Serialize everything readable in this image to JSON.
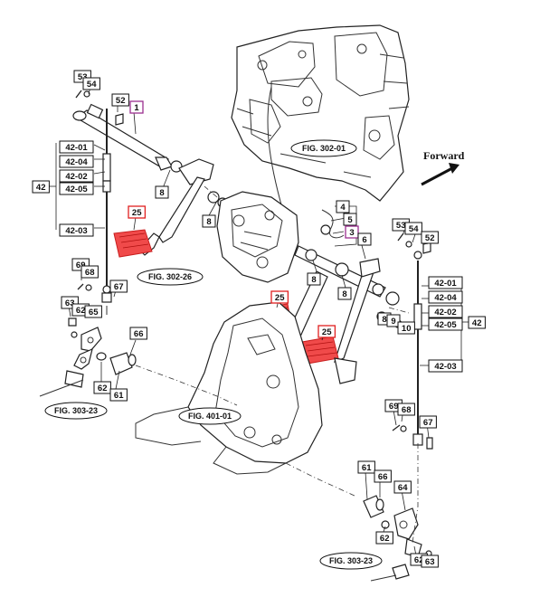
{
  "colors": {
    "highlight_red": "#e02020",
    "highlight_purple": "#9a2f8f",
    "pedal_fill": "#f04a4a",
    "line": "#222222"
  },
  "direction": {
    "label": "Forward"
  },
  "figure_refs": [
    {
      "id": "fig-302-01",
      "text": "FIG. 302-01"
    },
    {
      "id": "fig-302-26",
      "text": "FIG. 302-26"
    },
    {
      "id": "fig-303-23-left",
      "text": "FIG. 303-23"
    },
    {
      "id": "fig-401-01",
      "text": "FIG. 401-01"
    },
    {
      "id": "fig-303-23-bottom",
      "text": "FIG. 303-23"
    }
  ],
  "callouts": [
    {
      "id": "c53a",
      "text": "53"
    },
    {
      "id": "c54a",
      "text": "54"
    },
    {
      "id": "c52a",
      "text": "52"
    },
    {
      "id": "c1",
      "text": "1",
      "style": "purple"
    },
    {
      "id": "c42-01a",
      "text": "42-01"
    },
    {
      "id": "c42-04a",
      "text": "42-04"
    },
    {
      "id": "c42-02a",
      "text": "42-02"
    },
    {
      "id": "c42-05a",
      "text": "42-05"
    },
    {
      "id": "c42a",
      "text": "42"
    },
    {
      "id": "c42-03a",
      "text": "42-03"
    },
    {
      "id": "c8a",
      "text": "8"
    },
    {
      "id": "c8b",
      "text": "8"
    },
    {
      "id": "c25a",
      "text": "25",
      "style": "red"
    },
    {
      "id": "c69a",
      "text": "69"
    },
    {
      "id": "c68a",
      "text": "68"
    },
    {
      "id": "c63a",
      "text": "63"
    },
    {
      "id": "c62a",
      "text": "62"
    },
    {
      "id": "c65a",
      "text": "65"
    },
    {
      "id": "c67a",
      "text": "67"
    },
    {
      "id": "c66a",
      "text": "66"
    },
    {
      "id": "c62b",
      "text": "62"
    },
    {
      "id": "c61a",
      "text": "61"
    },
    {
      "id": "c4",
      "text": "4"
    },
    {
      "id": "c5",
      "text": "5"
    },
    {
      "id": "c3",
      "text": "3",
      "style": "purple"
    },
    {
      "id": "c6",
      "text": "6"
    },
    {
      "id": "c8c",
      "text": "8"
    },
    {
      "id": "c8d",
      "text": "8"
    },
    {
      "id": "c25b",
      "text": "25",
      "style": "red"
    },
    {
      "id": "c25c",
      "text": "25",
      "style": "red"
    },
    {
      "id": "c8e",
      "text": "8"
    },
    {
      "id": "c9",
      "text": "9"
    },
    {
      "id": "c10",
      "text": "10"
    },
    {
      "id": "c53b",
      "text": "53"
    },
    {
      "id": "c54b",
      "text": "54"
    },
    {
      "id": "c52b",
      "text": "52"
    },
    {
      "id": "c42-01b",
      "text": "42-01"
    },
    {
      "id": "c42-04b",
      "text": "42-04"
    },
    {
      "id": "c42-02b",
      "text": "42-02"
    },
    {
      "id": "c42-05b",
      "text": "42-05"
    },
    {
      "id": "c42b",
      "text": "42"
    },
    {
      "id": "c42-03b",
      "text": "42-03"
    },
    {
      "id": "c69b",
      "text": "69"
    },
    {
      "id": "c68b",
      "text": "68"
    },
    {
      "id": "c67b",
      "text": "67"
    },
    {
      "id": "c61b",
      "text": "61"
    },
    {
      "id": "c66b",
      "text": "66"
    },
    {
      "id": "c64",
      "text": "64"
    },
    {
      "id": "c62c",
      "text": "62"
    },
    {
      "id": "c62d",
      "text": "62"
    },
    {
      "id": "c63b",
      "text": "63"
    }
  ]
}
